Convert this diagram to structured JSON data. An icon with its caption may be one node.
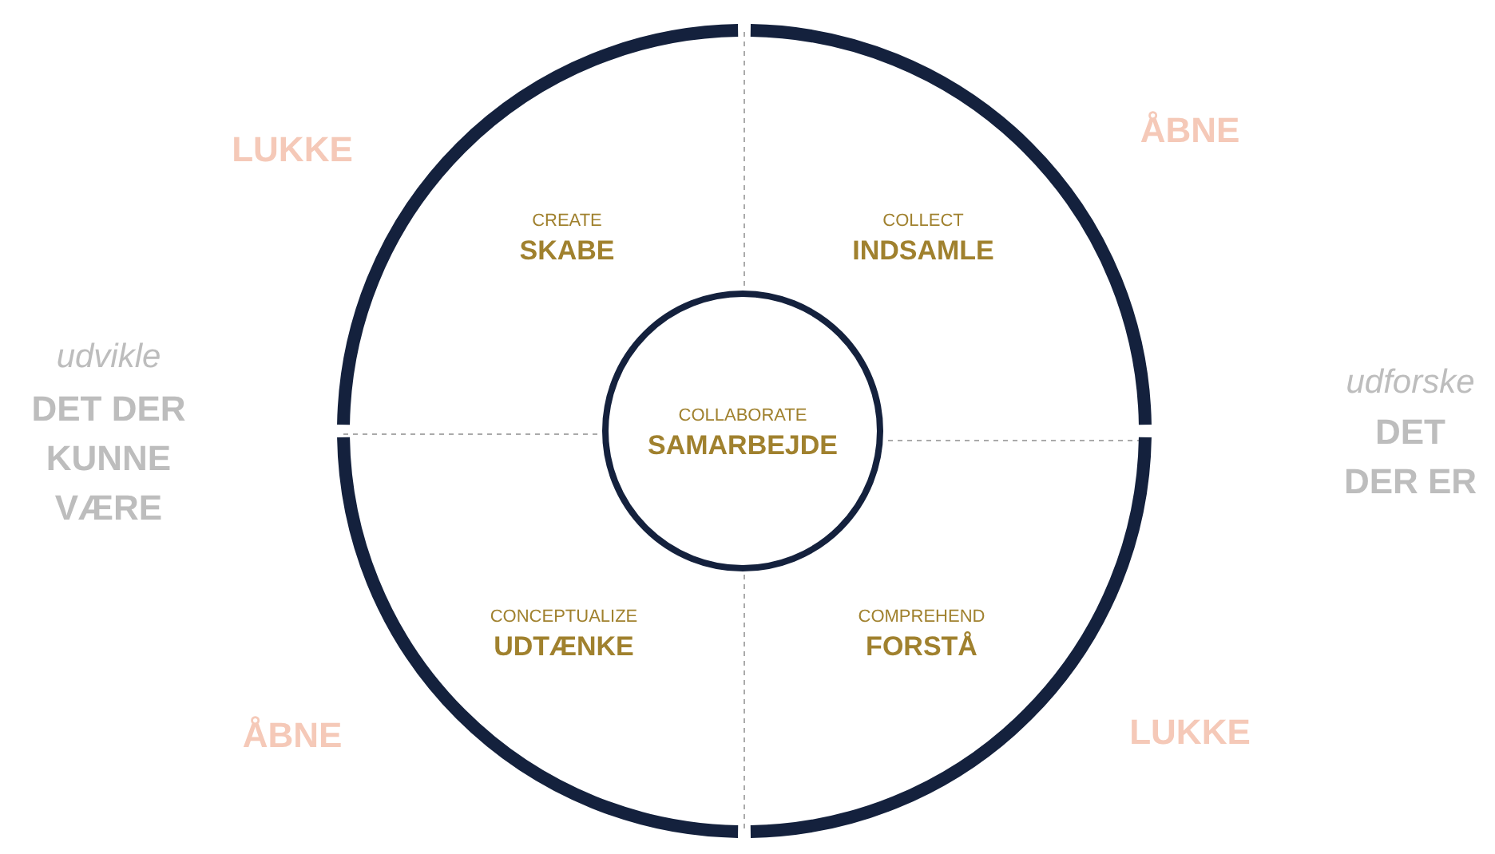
{
  "diagram": {
    "nodes": [
      {
        "text": [
          "CREATE",
          "SKABE"
        ]
      },
      {
        "text": [
          "COLLECT",
          "INDSAMLE"
        ]
      },
      {
        "text": [
          "COLLABORATE",
          "SAMARBEJDE"
        ]
      },
      {
        "text": [
          "CONCEPTUALIZE",
          "UDTÆNKE"
        ]
      },
      {
        "text": [
          "COMPREHEND",
          "FORSTÅ"
        ]
      }
    ],
    "labels": [
      "LUKKE",
      "ÅBNE",
      "udvikle",
      "DET DER KUNNE VÆRE",
      "udforske",
      "DET DER ER",
      "ÅBNE",
      "LUKKE"
    ]
  }
}
